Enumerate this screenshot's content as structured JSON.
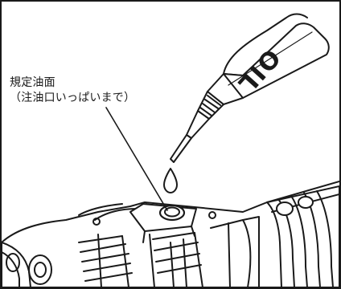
{
  "callout": {
    "line1": "規定油面",
    "line2": "（注油口いっぱいまで）"
  },
  "bottle": {
    "label": "OIL"
  },
  "icons": [
    "oil-bottle-icon",
    "oil-drop-icon",
    "filler-port-icon",
    "gear-case-icon"
  ],
  "colors": {
    "ink": "#1a1a1a",
    "paper": "#ffffff"
  }
}
